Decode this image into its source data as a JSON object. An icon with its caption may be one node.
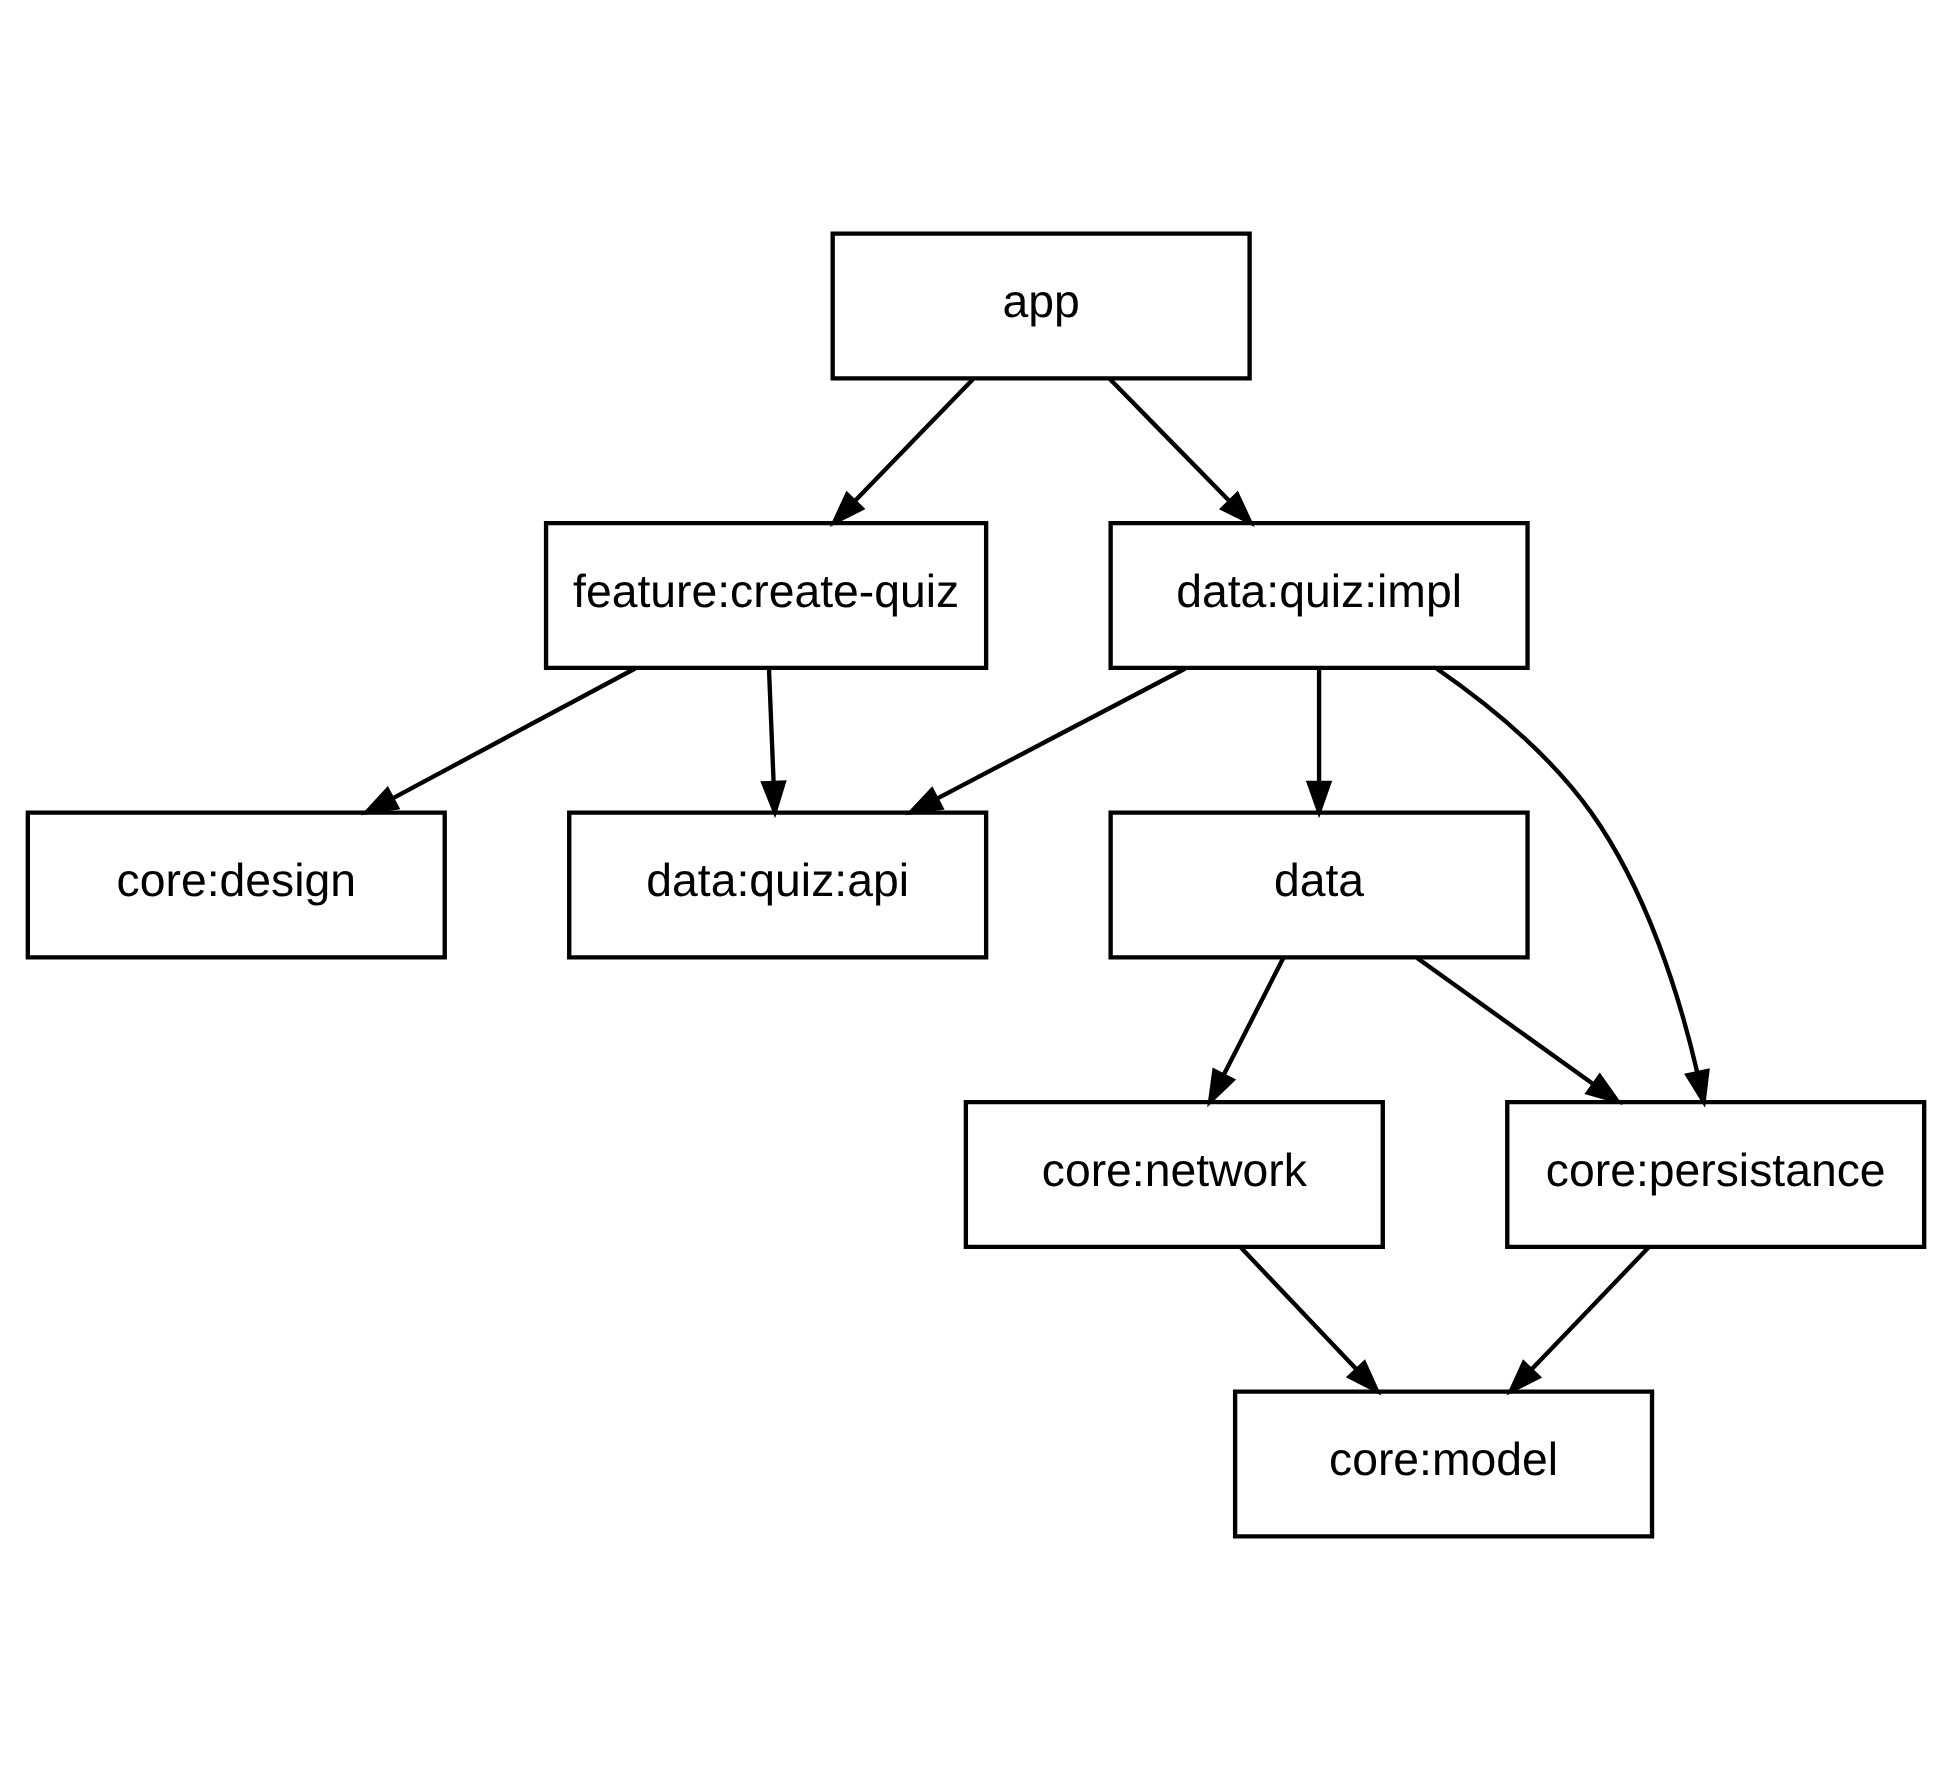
{
  "diagram": {
    "nodes": [
      {
        "text": [
          "app"
        ]
      },
      {
        "text": [
          "feature:create-quiz"
        ]
      },
      {
        "text": [
          "data:quiz:impl"
        ]
      },
      {
        "text": [
          "core:design"
        ]
      },
      {
        "text": [
          "data:quiz:api"
        ]
      },
      {
        "text": [
          "data"
        ]
      },
      {
        "text": [
          "core:network"
        ]
      },
      {
        "text": [
          "core:persistance"
        ]
      },
      {
        "text": [
          "core:model"
        ]
      }
    ],
    "edges": [
      {
        "from": 0,
        "to": 1,
        "arrow": "to"
      },
      {
        "from": 0,
        "to": 2,
        "arrow": "to"
      },
      {
        "from": 1,
        "to": 3,
        "arrow": "to"
      },
      {
        "from": 1,
        "to": 4,
        "arrow": "to"
      },
      {
        "from": 2,
        "to": 4,
        "arrow": "to"
      },
      {
        "from": 2,
        "to": 7,
        "arrow": "to"
      },
      {
        "from": 2,
        "to": 5,
        "arrow": "to"
      },
      {
        "from": 5,
        "to": 6,
        "arrow": "to"
      },
      {
        "from": 5,
        "to": 7,
        "arrow": "to"
      },
      {
        "from": 6,
        "to": 8,
        "arrow": "to"
      },
      {
        "from": 7,
        "to": 8,
        "arrow": "to"
      }
    ]
  }
}
